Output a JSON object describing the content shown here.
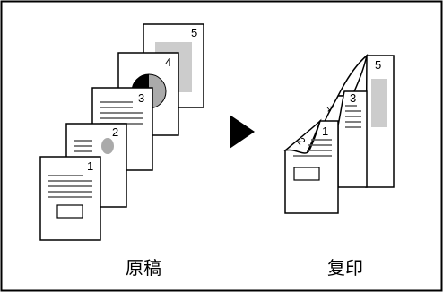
{
  "diagram": {
    "original_pages": [
      "1",
      "2",
      "3",
      "4",
      "5"
    ],
    "copy_pages": [
      "1",
      "2",
      "3",
      "4",
      "5"
    ],
    "labels": {
      "original": "原稿",
      "copy": "复印"
    },
    "colors": {
      "border": "#000000",
      "line": "#555555",
      "gray_block": "#cccccc",
      "gray_circle": "#aaaaaa",
      "dark": "#000000"
    },
    "icons": {
      "arrow": "right-triangle-arrow"
    }
  }
}
